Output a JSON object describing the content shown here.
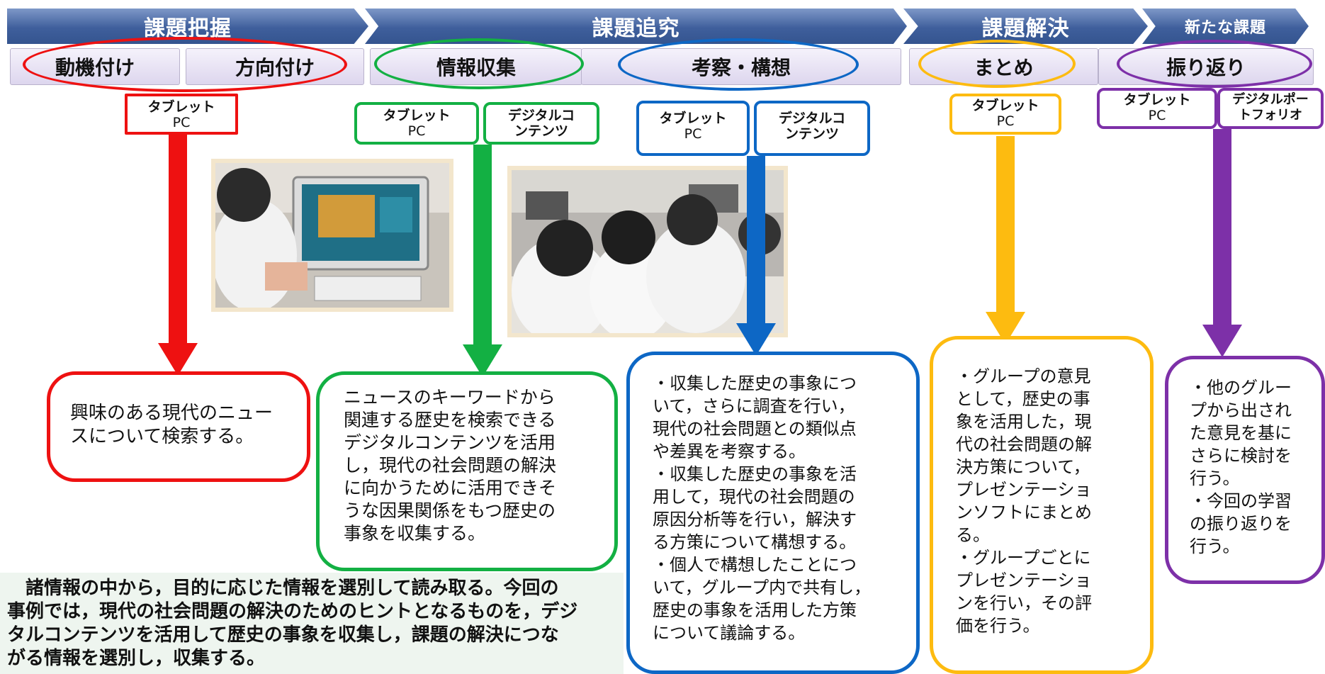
{
  "phases": {
    "p1": "課題把握",
    "p2": "課題追究",
    "p3": "課題解決",
    "p4": "新たな課題"
  },
  "steps": {
    "s1": "動機付け",
    "s2": "方向付け",
    "s3": "情報収集",
    "s4": "考察・構想",
    "s5": "まとめ",
    "s6": "振り返り"
  },
  "devices": {
    "d1": {
      "line1": "タブレット",
      "line2": "PC"
    },
    "d2": {
      "line1": "タブレット",
      "line2": "PC"
    },
    "d3": {
      "text": "デジタルコ\nンテンツ"
    },
    "d4": {
      "line1": "タブレット",
      "line2": "PC"
    },
    "d5": {
      "text": "デジタルコ\nンテンツ"
    },
    "d6": {
      "line1": "タブレット",
      "line2": "PC"
    },
    "d7": {
      "line1": "タブレット",
      "line2": "PC"
    },
    "d8": {
      "text": "デジタルポー\nトフォリオ"
    }
  },
  "descriptions": {
    "b1": "興味のある現代のニュー\nスについて検索する。",
    "b2": "ニュースのキーワードから\n関連する歴史を検索できる\nデジタルコンテンツを活用\nし，現代の社会問題の解決\nに向かうために活用できそ\nうな因果関係をもつ歴史の\n事象を収集する。",
    "b3": "・収集した歴史の事象につ\nいて，さらに調査を行い，\n現代の社会問題との類似点\nや差異を考察する。\n・収集した歴史の事象を活\n用して，現代の社会問題の\n原因分析等を行い，解決す\nる方策について構想する。\n・個人で構想したことにつ\nいて，グループ内で共有し，\n歴史の事象を活用した方策\nについて議論する。",
    "b4": "・グループの意見\nとして，歴史の事\n象を活用した，現\n代の社会問題の解\n決方策について，\nプレゼンテーショ\nンソフトにまとめ\nる。\n・グループごとに\nプレゼンテーショ\nンを行い，その評\n価を行う。",
    "b5": "・他のグルー\nプから出され\nた意見を基に\nさらに検討を\n行う。\n・今回の学習\nの振り返りを\n行う。"
  },
  "caption": "　諸情報の中から，目的に応じた情報を選別して読み取る。今回の\n事例では，現代の社会問題の解決のためのヒントとなるものを，デジ\nタルコンテンツを活用して歴史の事象を収集し，課題の解決につな\nがる情報を選別し，収集する。",
  "colors": {
    "red": "#ee1111",
    "green": "#13b043",
    "blue": "#0d67c5",
    "yellow": "#fdbb10",
    "purple": "#7d30a8"
  }
}
